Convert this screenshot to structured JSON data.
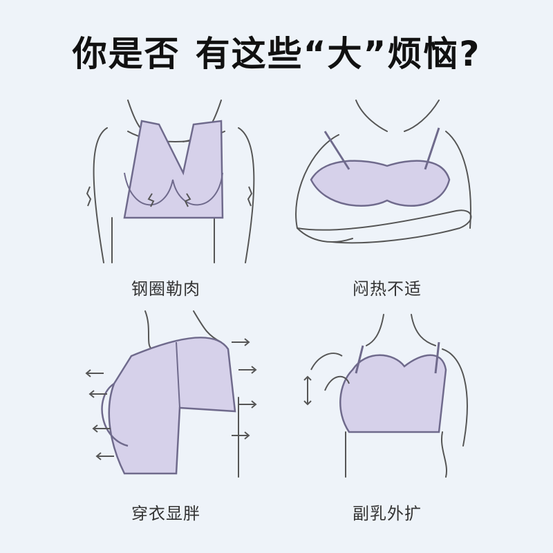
{
  "header": {
    "title_part1": "你是否",
    "title_part2": "有这些“大”烦恼?"
  },
  "panels": [
    {
      "label": "钢圈勒肉"
    },
    {
      "label": "闷热不适"
    },
    {
      "label": "穿衣显胖"
    },
    {
      "label": "副乳外扩"
    }
  ],
  "colors": {
    "background": "#eef3f9",
    "bra_fill": "#d6d1ea",
    "bra_stroke": "#6f6a8c",
    "line": "#555555"
  }
}
